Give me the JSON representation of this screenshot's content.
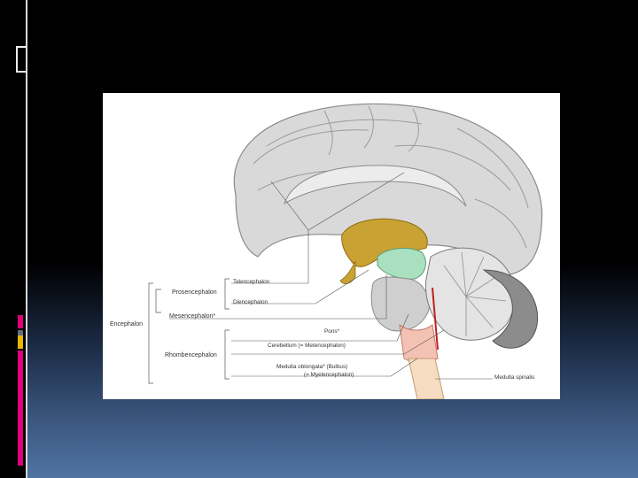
{
  "diagram": {
    "labels": {
      "telencephalon": "Telencephalon",
      "prosencephalon": "Prosencephalon",
      "diencephalon": "Diencephalon",
      "mesencephalon": "Mesencephalon*",
      "encephalon": "Encephalon",
      "pons": "Pons*",
      "cerebellum": "Cerebellum (= Metencephalon)",
      "rhombencephalon": "Rhombencephalon",
      "medulla_line1": "Medulla oblongata* (Bulbus)",
      "medulla_line2": "(= Myelencephalon)",
      "medulla_spinalis": "Medulla spinalis"
    },
    "colors": {
      "cortex": "#d9d9d9",
      "diencephalon": "#c9a233",
      "mesencephalon": "#a9e0bf",
      "medulla": "#f4c2b4",
      "slide_accent_pink": "#e0007a",
      "slide_accent_yellow": "#e6b800"
    }
  }
}
